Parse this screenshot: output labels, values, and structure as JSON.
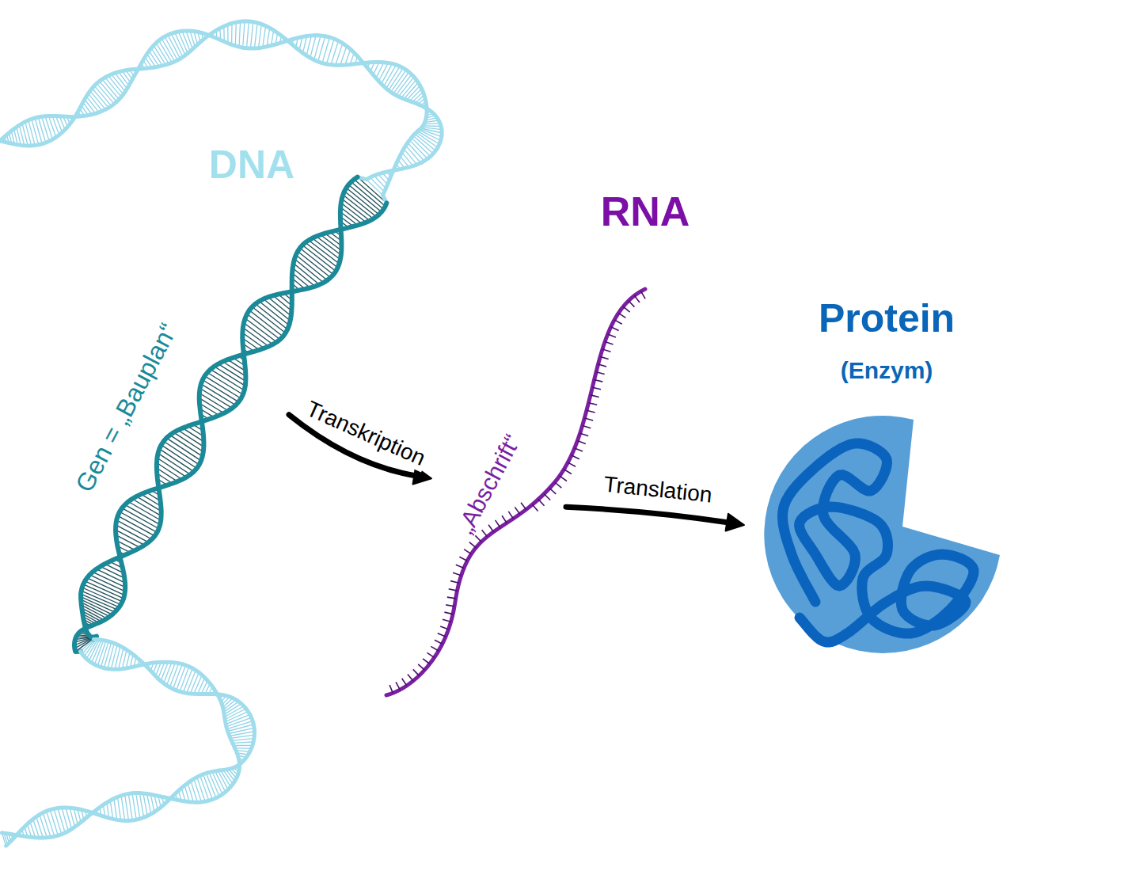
{
  "diagram": {
    "nodes": [
      {
        "text": [
          "Gen = „Bauplan“"
        ]
      },
      {
        "text": [
          "„Abschrift“"
        ]
      },
      {
        "text": [
          "Protein",
          "(Enzym)"
        ]
      }
    ],
    "edges": [
      {
        "from": 0,
        "to": 1,
        "arrow": "to",
        "label": "Transkription"
      },
      {
        "from": 1,
        "to": 2,
        "arrow": "to",
        "label": "Translation"
      }
    ],
    "labels": [
      "DNA",
      "RNA"
    ]
  }
}
